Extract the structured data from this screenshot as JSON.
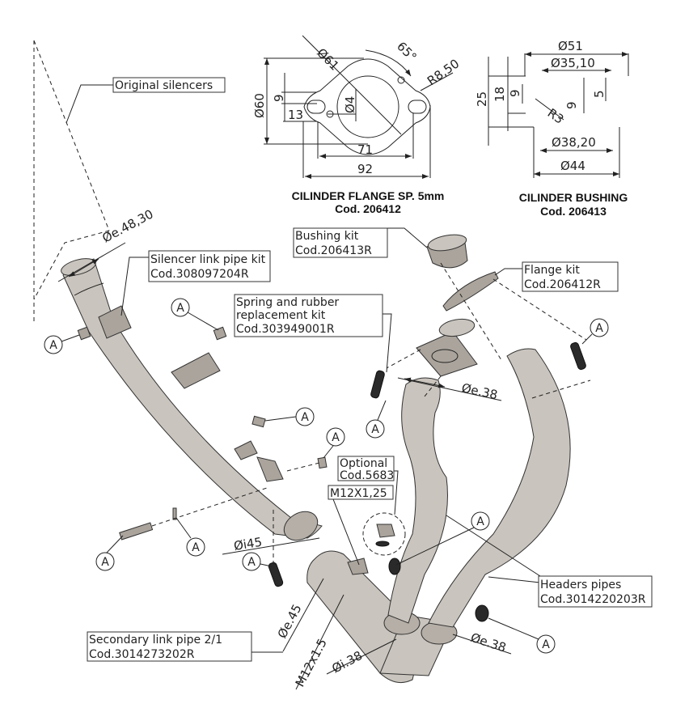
{
  "drawing": {
    "title": "Exhaust system exploded view",
    "balloon_letter": "A"
  },
  "flange_detail": {
    "title": "CILINDER FLANGE SP. 5mm",
    "code": "Cod. 206412",
    "dims": {
      "outer_diameter": "Ø61",
      "height": "Ø60",
      "slot_height": "9",
      "slot_offset": "13",
      "center_hole": "Ø4",
      "angle": "65°",
      "radius": "R8,50",
      "hole_spacing": "71",
      "overall_width": "92"
    }
  },
  "bushing_detail": {
    "title": "CILINDER BUSHING",
    "code": "Cod. 206413",
    "dims": {
      "outer_top": "Ø51",
      "inner_top": "Ø35,10",
      "height_total": "25",
      "height_body": "18",
      "groove": "9",
      "groove_r": "R3",
      "inner_step": "9",
      "step": "5",
      "inner_bottom": "Ø38,20",
      "outer_bottom": "Ø44"
    }
  },
  "callouts": {
    "original_silencers": "Original silencers",
    "silencer_link": {
      "line1": "Silencer link pipe kit",
      "line2": "Cod.308097204R"
    },
    "bushing_kit": {
      "line1": "Bushing kit",
      "line2": "Cod.206413R"
    },
    "flange_kit": {
      "line1": "Flange kit",
      "line2": "Cod.206412R"
    },
    "spring_kit": {
      "line1": "Spring and rubber",
      "line2": "replacement kit",
      "line3": "Cod.303949001R"
    },
    "optional": {
      "line1": "Optional",
      "line2": "Cod.5683"
    },
    "thread": "M12X1,25",
    "headers": {
      "line1": "Headers pipes",
      "line2": "Cod.3014220203R"
    },
    "secondary": {
      "line1": "Secondary link pipe 2/1",
      "line2": "Cod.3014273202R"
    }
  },
  "dimensions": {
    "silencer_pipe_od": "Øe.48,30",
    "header_od_top": "Øe.38",
    "link_id": "Øi45",
    "secondary_od": "Øe.45",
    "secondary_thread": "M12x1.5",
    "header_id": "Øi.38",
    "header_od_bottom": "Øe.38"
  }
}
